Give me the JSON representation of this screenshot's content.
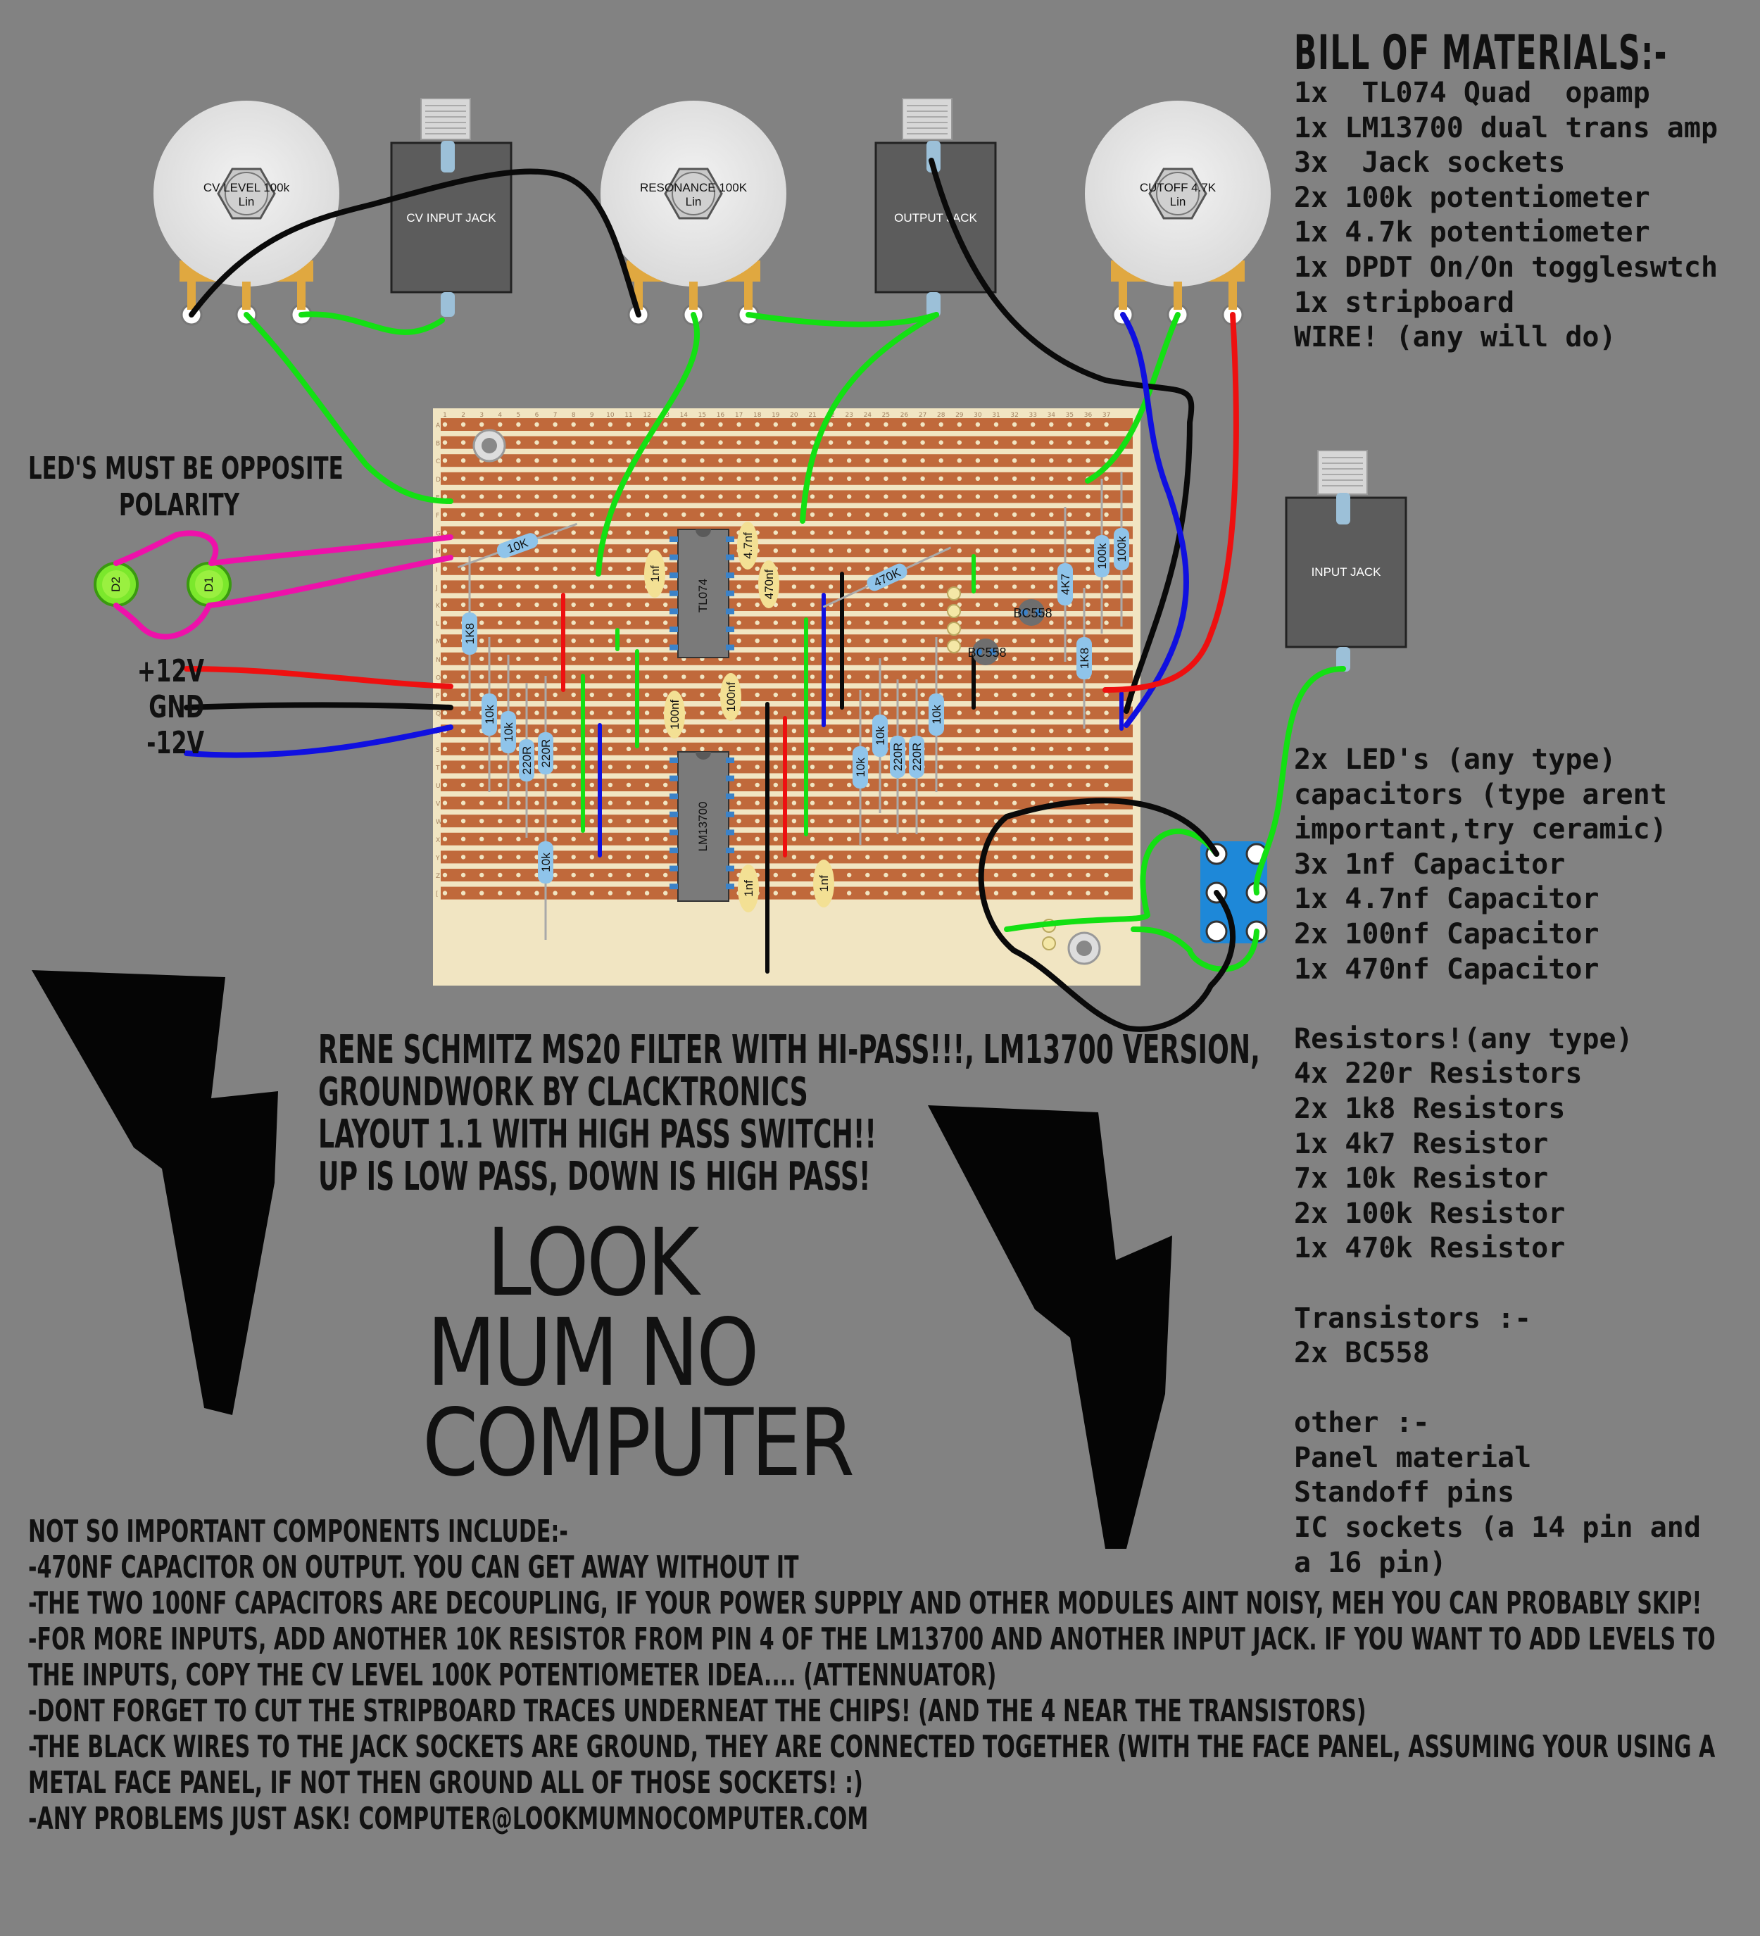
{
  "bom": {
    "title": "BILL OF MATERIALS:-",
    "lines": [
      "1x  TL074 Quad  opamp",
      "1x LM13700 dual trans amp",
      "3x  Jack sockets",
      "2x 100k potentiometer",
      "1x 4.7k potentiometer",
      "1x DPDT On/On toggleswtch",
      "1x stripboard",
      "WIRE! (any will do)"
    ],
    "lines2": [
      "2x LED's (any type)",
      "capacitors (type arent",
      "important,try ceramic)",
      "3x 1nf Capacitor",
      "1x 4.7nf Capacitor",
      "2x 100nf Capacitor",
      "1x 470nf Capacitor",
      "",
      "Resistors!(any type)",
      "4x 220r Resistors",
      "2x 1k8 Resistors",
      "1x 4k7 Resistor",
      "7x 10k Resistor",
      "2x 100k Resistor",
      "1x 470k Resistor",
      "",
      "Transistors :-",
      "2x BC558",
      "",
      "other :-",
      "Panel material",
      "Standoff pins",
      "IC sockets (a 14 pin and",
      "a 16 pin)"
    ]
  },
  "warning": [
    "LED'S MUST BE OPPOSITE",
    "POLARITY"
  ],
  "power": [
    "+12V",
    "GND",
    "-12V"
  ],
  "title_lines": [
    "RENE SCHMITZ MS20 FILTER WITH HI-PASS!!!, LM13700 VERSION,",
    "GROUNDWORK BY CLACKTRONICS",
    "LAYOUT 1.1 WITH HIGH PASS SWITCH!!",
    "UP IS LOW PASS, DOWN IS HIGH PASS!"
  ],
  "logo": [
    "LOOK",
    "MUM NO",
    "COMPUTER"
  ],
  "notes": [
    "NOT SO IMPORTANT COMPONENTS INCLUDE:-",
    "-470NF CAPACITOR ON OUTPUT. YOU CAN GET AWAY WITHOUT IT",
    "-THE TWO 100NF CAPACITORS ARE DECOUPLING, IF YOUR POWER SUPPLY AND OTHER MODULES AINT NOISY, MEH YOU CAN PROBABLY SKIP!",
    "-FOR MORE INPUTS, ADD ANOTHER 10K RESISTOR FROM PIN 4 OF THE LM13700 AND ANOTHER INPUT JACK. IF YOU WANT TO ADD LEVELS TO",
    "THE INPUTS, COPY THE CV LEVEL 100K POTENTIOMETER IDEA.... (ATTENNUATOR)",
    "-DONT FORGET TO CUT THE STRIPBOARD TRACES UNDERNEAT THE CHIPS! (AND THE 4 NEAR THE TRANSISTORS)",
    "-THE BLACK WIRES TO THE JACK SOCKETS ARE GROUND, THEY ARE CONNECTED TOGETHER (WITH THE FACE PANEL, ASSUMING YOUR USING A",
    "METAL FACE PANEL, IF NOT THEN GROUND ALL OF THOSE SOCKETS! :)",
    "-ANY PROBLEMS JUST ASK! COMPUTER@LOOKMUMNOCOMPUTER.COM"
  ],
  "pots": [
    {
      "name": "CV LEVEL 100k",
      "taper": "Lin"
    },
    {
      "name": "RESONANCE 100K",
      "taper": "Lin"
    },
    {
      "name": "CUTOFF 4.7K",
      "taper": "Lin"
    }
  ],
  "jacks": [
    "CV INPUT JACK",
    "OUTPUT JACK",
    "INPUT JACK"
  ],
  "ics": [
    "TL074",
    "LM13700"
  ],
  "leds": [
    "D2",
    "D1"
  ],
  "transistors": [
    "BC558",
    "BC558"
  ],
  "resistors": [
    "10K",
    "1K8",
    "10k",
    "10k",
    "220R",
    "220R",
    "10k",
    "470K",
    "4K7",
    "100k",
    "100k",
    "1K8",
    "10k",
    "10k",
    "220R",
    "220R",
    "10k"
  ],
  "capacitors": [
    "1nf",
    "4.7nf",
    "470nf",
    "100nf",
    "100nf",
    "1nf",
    "1nf"
  ],
  "colors": {
    "background": "#828282",
    "board": "#f1e5c2",
    "strip": "#c0693b",
    "wire_green": "#13e013",
    "wire_red": "#ee1010",
    "wire_blue": "#1010e0",
    "wire_black": "#0a0a0a",
    "wire_pink": "#ee11aa",
    "resistor": "#8fc4ea",
    "capacitor": "#f3e094"
  }
}
